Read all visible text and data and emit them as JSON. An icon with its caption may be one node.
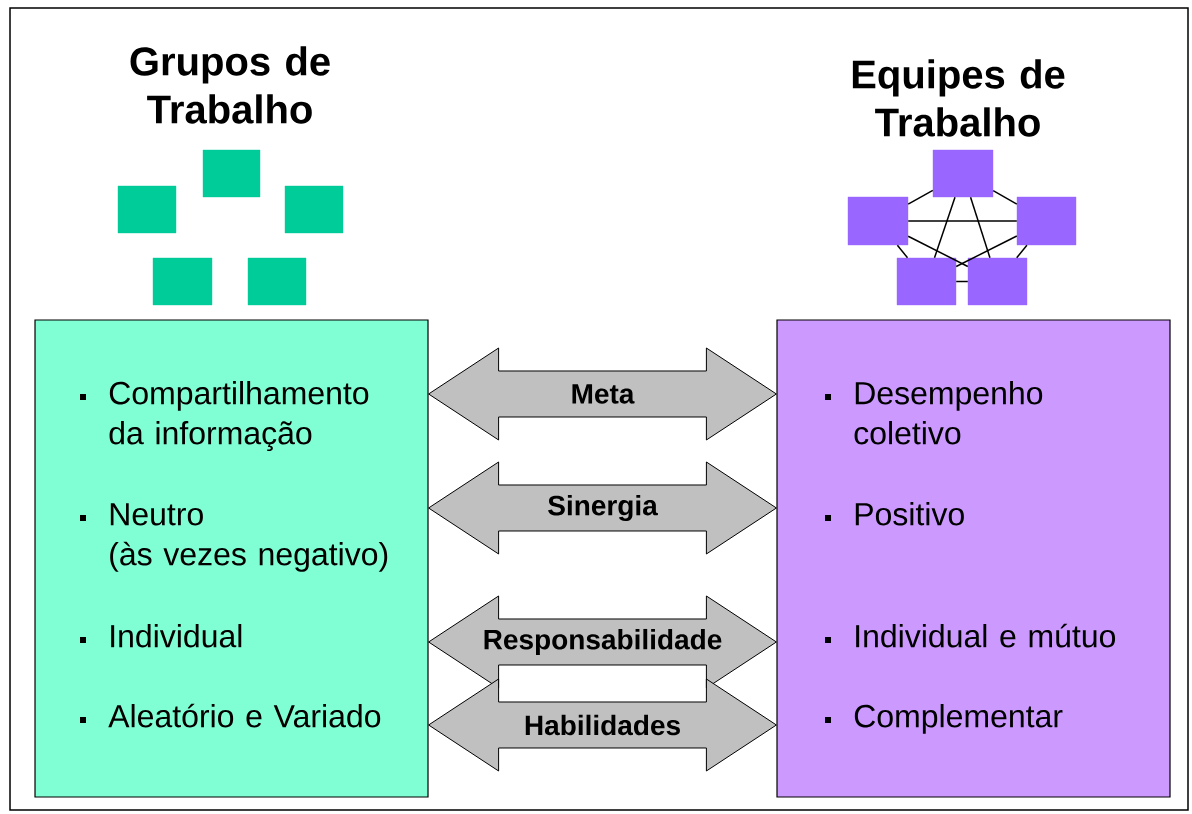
{
  "diagram": {
    "nodes": [
      {
        "text": [],
        "shape": "box"
      },
      {
        "text": [],
        "shape": "box"
      },
      {
        "text": [],
        "shape": "box"
      },
      {
        "text": [],
        "shape": "box"
      },
      {
        "text": [],
        "shape": "box"
      },
      {
        "text": [],
        "shape": "box"
      },
      {
        "text": [],
        "shape": "box"
      },
      {
        "text": [],
        "shape": "box"
      },
      {
        "text": [],
        "shape": "box"
      },
      {
        "text": [],
        "shape": "box"
      },
      {
        "text": [
          "Compartilhamento da informação",
          "Neutro",
          "(às vezes negativo)",
          "Individual",
          "Aleatório e Variado"
        ]
      },
      {
        "text": [
          "Desempenho coletivo",
          "Positivo",
          "Individual e mútuo",
          "Complementar"
        ]
      }
    ],
    "edges": [
      {
        "from": 5,
        "to": 6,
        "arrow": "none"
      },
      {
        "from": 5,
        "to": 7,
        "arrow": "none"
      },
      {
        "from": 6,
        "to": 8,
        "arrow": "none"
      },
      {
        "from": 7,
        "to": 9,
        "arrow": "none"
      },
      {
        "from": 8,
        "to": 9,
        "arrow": "none"
      },
      {
        "from": 5,
        "to": 8,
        "arrow": "none"
      },
      {
        "from": 5,
        "to": 9,
        "arrow": "none"
      },
      {
        "from": 6,
        "to": 7,
        "arrow": "none"
      },
      {
        "from": 6,
        "to": 9,
        "arrow": "none"
      },
      {
        "from": 7,
        "to": 8,
        "arrow": "none"
      },
      {
        "from": 10,
        "to": 11,
        "arrow": "both",
        "label": "Meta"
      },
      {
        "from": 10,
        "to": 11,
        "arrow": "both",
        "label": "Sinergia"
      },
      {
        "from": 10,
        "to": 11,
        "arrow": "both",
        "label": "Responsabilidade"
      },
      {
        "from": 10,
        "to": 11,
        "arrow": "both",
        "label": "Habilidades"
      }
    ],
    "labels": [
      "Grupos de Trabalho",
      "Equipes de Trabalho"
    ]
  }
}
